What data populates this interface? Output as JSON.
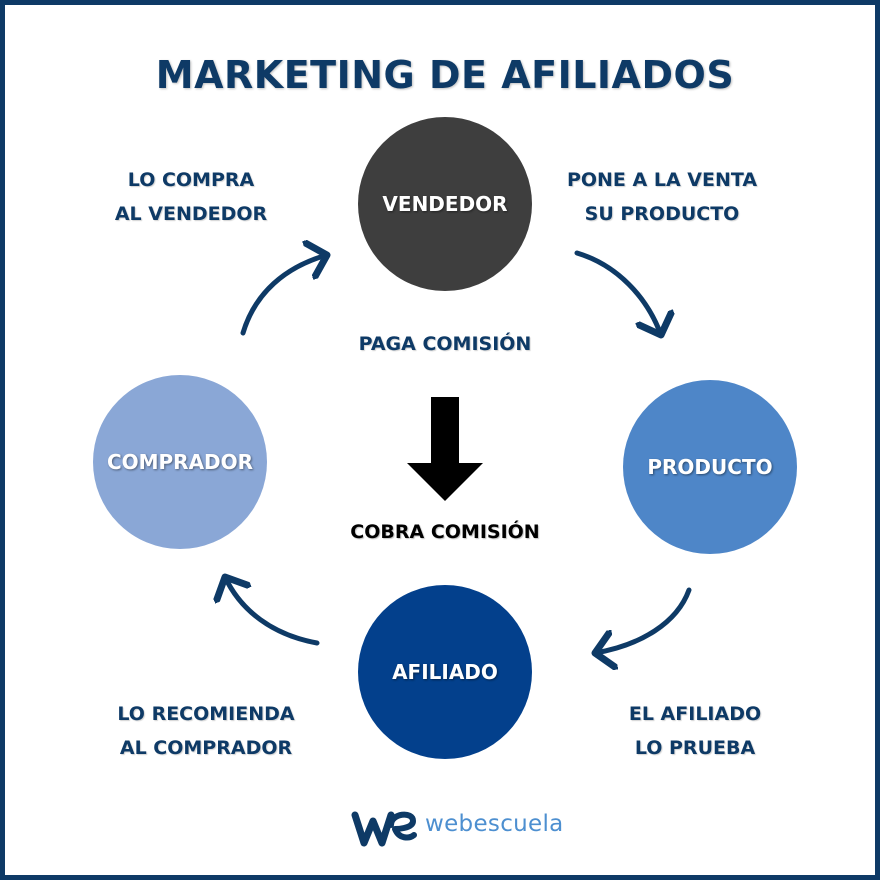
{
  "title": "MARKETING DE AFILIADOS",
  "nodes": {
    "vendedor": "VENDEDOR",
    "producto": "PRODUCTO",
    "afiliado": "AFILIADO",
    "comprador": "COMPRADOR"
  },
  "labels": {
    "top_left": [
      "LO COMPRA",
      "AL VENDEDOR"
    ],
    "top_right": [
      "PONE A LA VENTA",
      "SU PRODUCTO"
    ],
    "bottom_left": [
      "LO RECOMIENDA",
      "AL COMPRADOR"
    ],
    "bottom_right": [
      "EL AFILIADO",
      "LO PRUEBA"
    ]
  },
  "commission": {
    "pays": "PAGA COMISIÓN",
    "earns": "COBRA COMISIÓN"
  },
  "logo": {
    "text": "webescuela"
  },
  "colors": {
    "navy": "#0e3a66",
    "vendedor": "#3e3e3e",
    "producto": "#4e86c8",
    "afiliado": "#03408c",
    "comprador": "#8aa7d6",
    "logo_blue": "#4d8fd0"
  }
}
